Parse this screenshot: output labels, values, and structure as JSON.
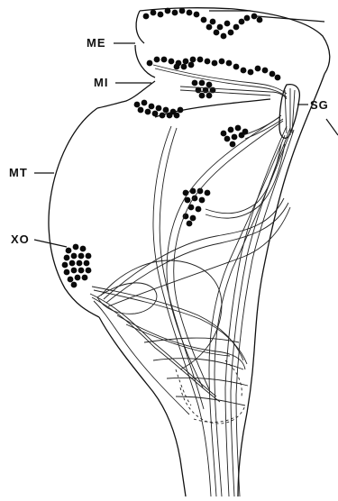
{
  "labels": {
    "me": "ME",
    "mi": "MI",
    "sg": "SG",
    "mt": "MT",
    "xo": "XO"
  },
  "colors": {
    "ink": "#111111",
    "background": "#ffffff"
  }
}
